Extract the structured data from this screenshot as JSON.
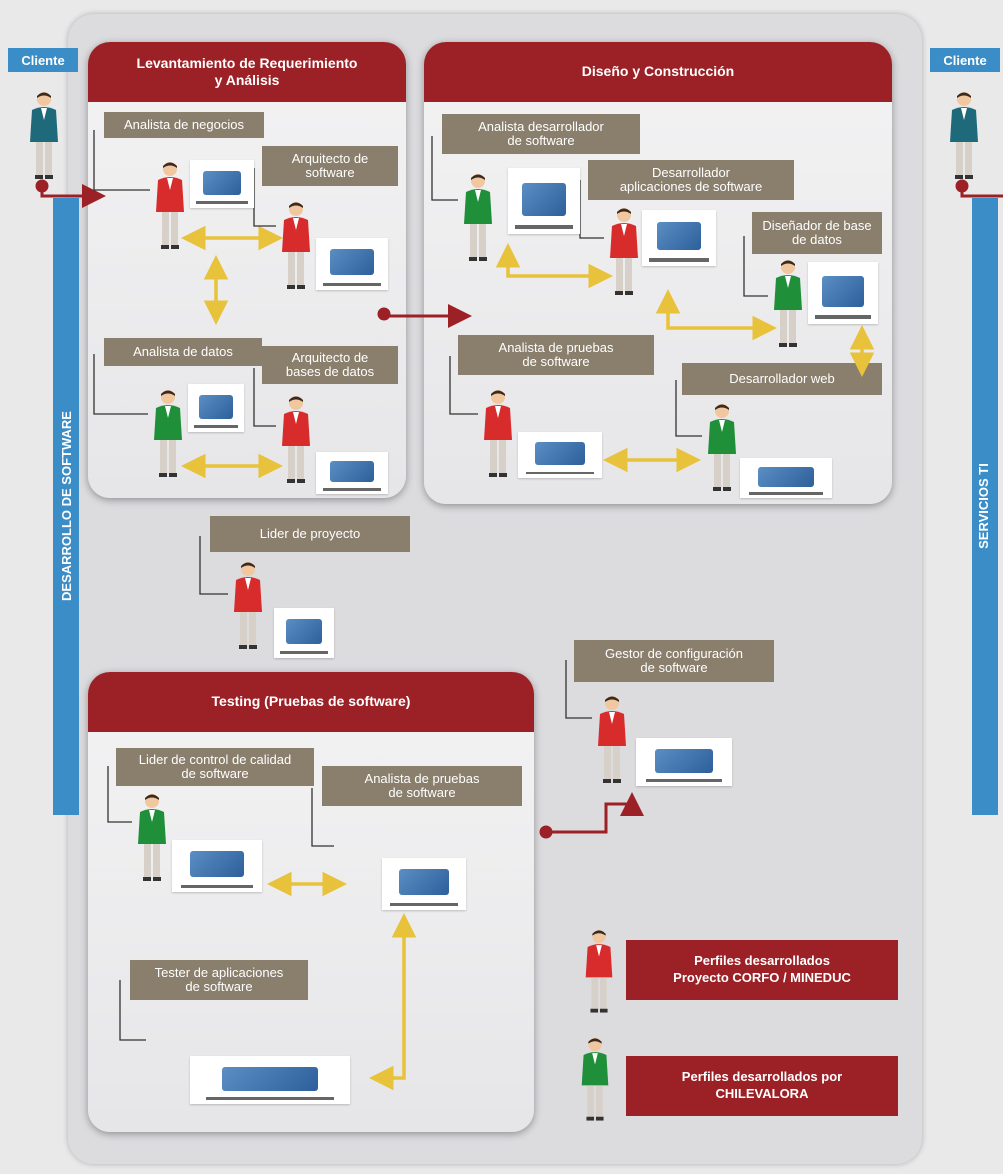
{
  "sidebar_left": {
    "client": "Cliente",
    "vertical": "DESARROLLO DE SOFTWARE"
  },
  "sidebar_right": {
    "client": "Cliente",
    "vertical": "SERVICIOS TI"
  },
  "sections": {
    "requirements": {
      "title": "Levantamiento de Requerimiento\ny Análisis",
      "roles": [
        "Analista de negocios",
        "Arquitecto de\nsoftware",
        "Analista de datos",
        "Arquitecto de\nbases de datos"
      ]
    },
    "design": {
      "title": "Diseño y Construcción",
      "roles": [
        "Analista desarrollador\nde software",
        "Desarrollador\naplicaciones de software",
        "Diseñador de base\nde datos",
        "Analista de pruebas\nde software",
        "Desarrollador web"
      ]
    },
    "testing": {
      "title": "Testing (Pruebas de software)",
      "roles": [
        "Lider de control de calidad\nde software",
        "Analista de pruebas\nde software",
        "Tester de aplicaciones\nde software"
      ]
    }
  },
  "standalone": {
    "leader": "Lider de proyecto",
    "config": "Gestor de configuración\nde software"
  },
  "legend": [
    {
      "text": "Perfiles desarrollados\nProyecto CORFO / MINEDUC",
      "color": "#d82c2c"
    },
    {
      "text": "Perfiles desarrollados por\nCHILEVALORA",
      "color": "#1f8f3a"
    }
  ]
}
